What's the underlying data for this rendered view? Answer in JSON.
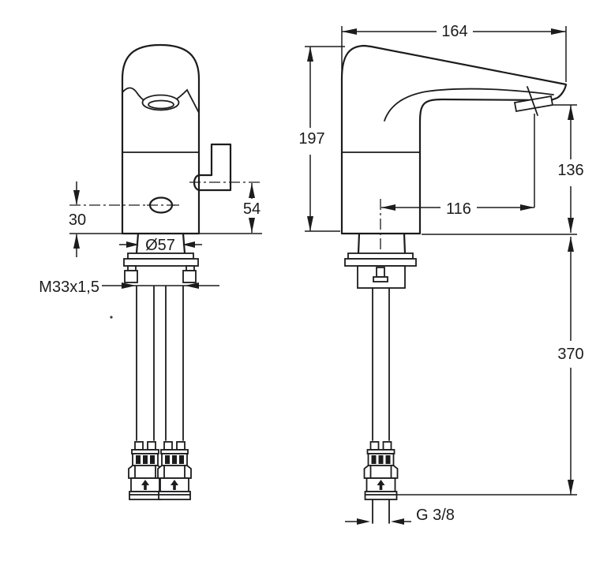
{
  "drawing": {
    "type": "faucet technical drawing, two orthographic views",
    "background_color": "#ffffff",
    "line_color": "#1c1c1e",
    "labels": {
      "front_view": {
        "sensor_offset": "30",
        "outlet_height": "54",
        "base_diameter": "Ø57",
        "mounting_thread": "M33x1,5"
      },
      "side_view": {
        "overall_length": "164",
        "overall_height": "197",
        "outlet_clearance": "136",
        "spout_reach": "116",
        "hose_length": "370",
        "hose_thread": "G 3/8"
      }
    }
  }
}
